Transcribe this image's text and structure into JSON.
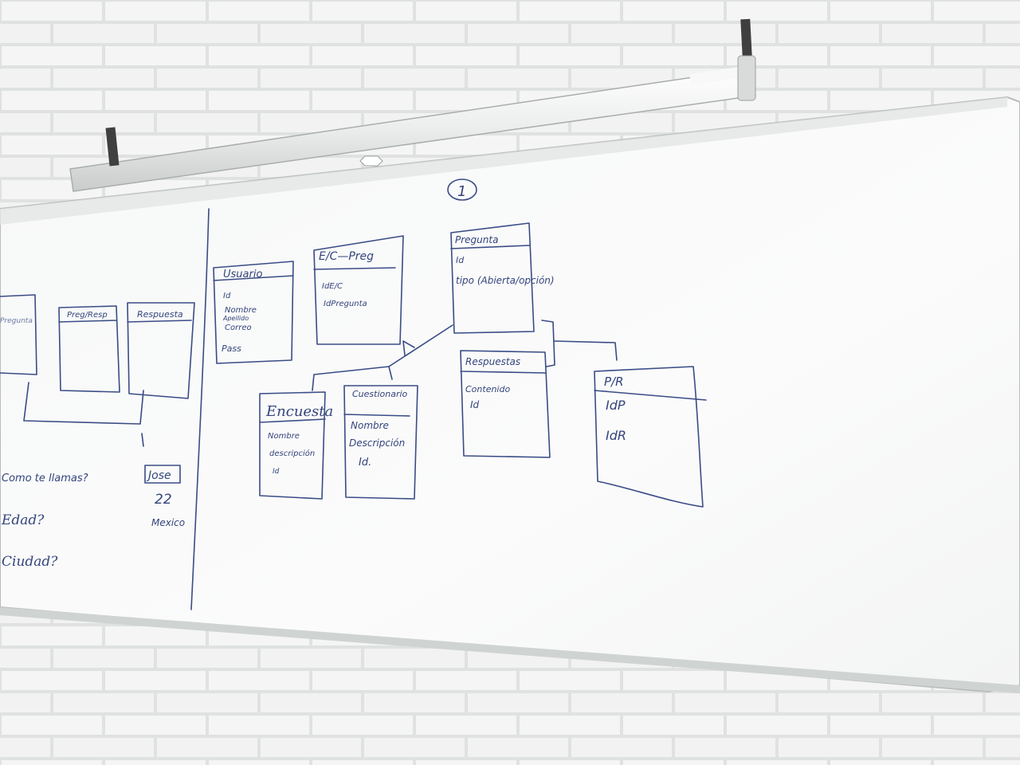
{
  "board": {
    "page_number": "1",
    "entities": [
      {
        "title": "Usuario",
        "fields": [
          "Id",
          "Nombre",
          "Apellido",
          "Correo",
          "Pass"
        ]
      },
      {
        "title": "E/C—Preg",
        "fields": [
          "IdE/C",
          "IdPregunta"
        ]
      },
      {
        "title": "Pregunta",
        "fields": [
          "Id",
          "tipo (Abierta/opción)"
        ]
      },
      {
        "title": "Respuestas",
        "fields": [
          "Contenido",
          "Id"
        ]
      },
      {
        "title": "P/R",
        "fields": [
          "IdP",
          "IdR"
        ]
      },
      {
        "title": "Encuesta",
        "fields": [
          "Nombre",
          "descripción",
          "Id"
        ]
      },
      {
        "title": "Cuestionario",
        "fields": [
          "Nombre",
          "Descripción",
          "Id."
        ]
      }
    ],
    "left_side": {
      "boxes": [
        "Pregunta",
        "Preg/Resp",
        "Respuesta"
      ],
      "questions": [
        "Como te llamas?",
        "Edad?",
        "Ciudad?"
      ],
      "example_box": "Jose",
      "example_values": [
        "22",
        "Mexico"
      ]
    }
  }
}
